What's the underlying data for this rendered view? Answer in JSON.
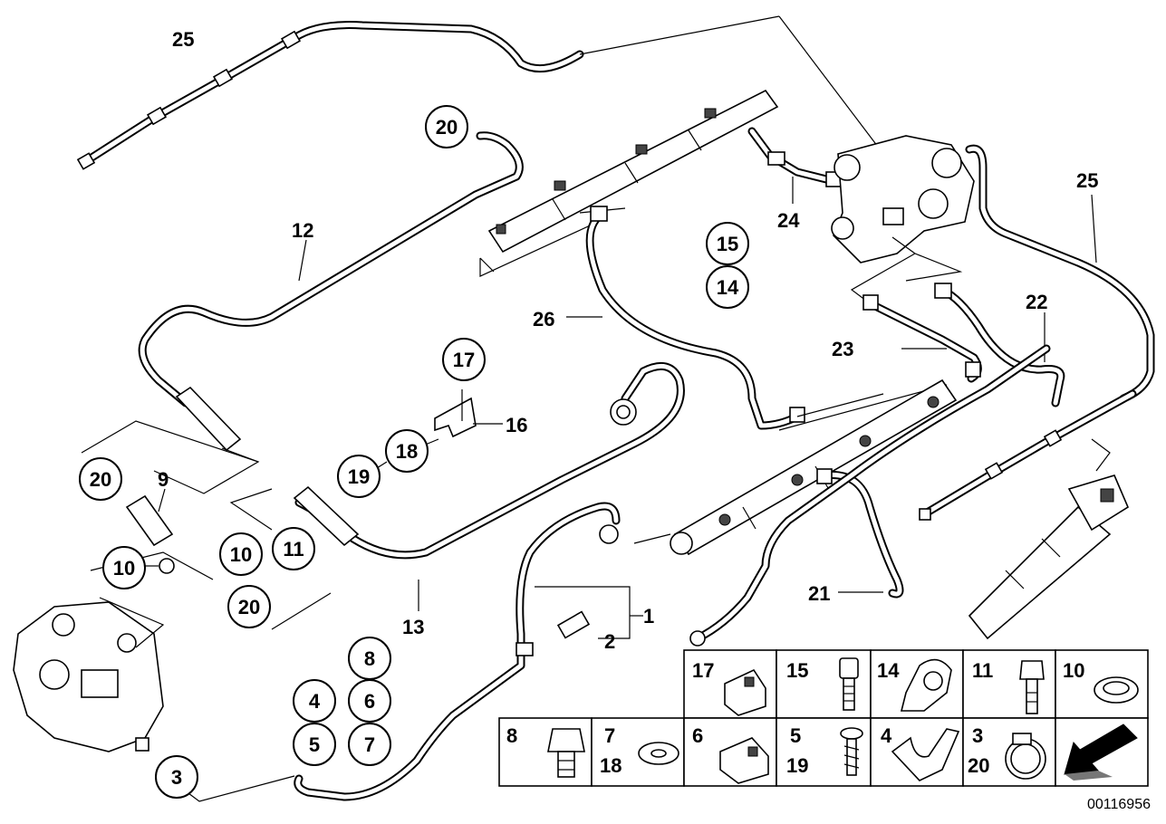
{
  "diagram_code": "00116956",
  "labels": {
    "l1": "1",
    "l2": "2",
    "l3": "3",
    "l9": "9",
    "l12": "12",
    "l13": "13",
    "l16": "16",
    "l21": "21",
    "l22": "22",
    "l23": "23",
    "l24": "24",
    "l25a": "25",
    "l25b": "25",
    "l26": "26"
  },
  "circles": {
    "c20a": "20",
    "c15": "15",
    "c14": "14",
    "c17": "17",
    "c18": "18",
    "c19": "19",
    "c20b": "20",
    "c10a": "10",
    "c10b": "10",
    "c11": "11",
    "c20c": "20",
    "c8": "8",
    "c4": "4",
    "c6": "6",
    "c5": "5",
    "c7": "7",
    "c3": "3"
  },
  "legend": {
    "top": [
      {
        "num": "17",
        "icon": "clip-icon"
      },
      {
        "num": "15",
        "icon": "screw-icon"
      },
      {
        "num": "14",
        "icon": "bracket-icon"
      },
      {
        "num": "11",
        "icon": "bolt-icon"
      },
      {
        "num": "10",
        "icon": "seal-ring-icon"
      }
    ],
    "bottom": [
      {
        "num": "8",
        "num2": "",
        "icon": "hex-bolt-icon"
      },
      {
        "num": "7",
        "num2": "18",
        "icon": "washer-icon"
      },
      {
        "num": "6",
        "num2": "",
        "icon": "clip-icon"
      },
      {
        "num": "5",
        "num2": "19",
        "icon": "screw-icon"
      },
      {
        "num": "4",
        "num2": "",
        "icon": "bracket-icon"
      },
      {
        "num": "3",
        "num2": "20",
        "icon": "hose-clamp-icon"
      },
      {
        "num": "",
        "num2": "",
        "icon": "arrow-icon"
      }
    ]
  }
}
